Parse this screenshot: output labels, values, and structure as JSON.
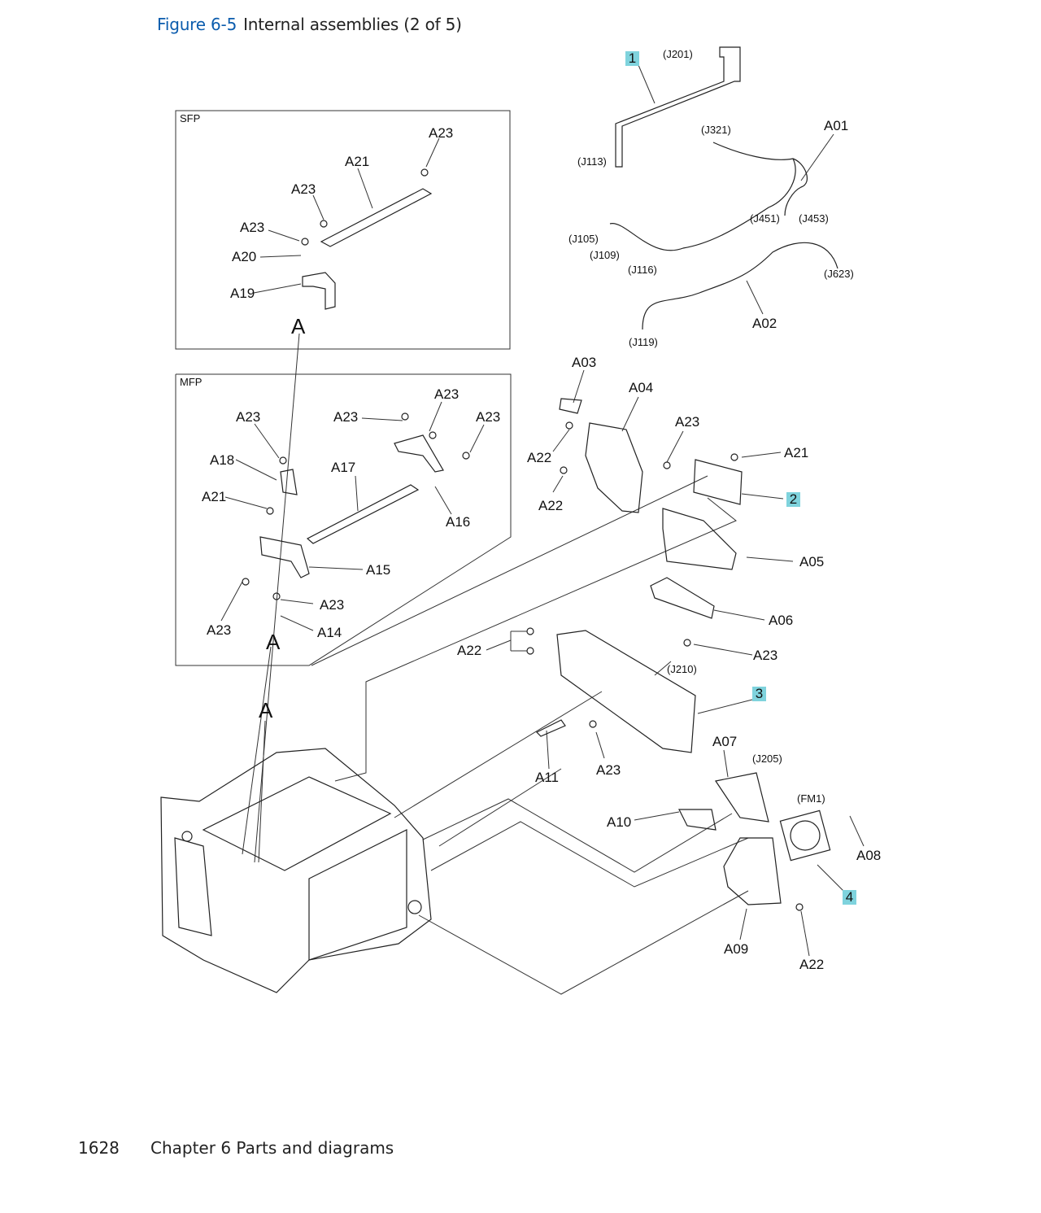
{
  "figure": {
    "number": "Figure 6-5",
    "title": "Internal assemblies (2 of 5)"
  },
  "boxes": {
    "sfp": "SFP",
    "mfp": "MFP"
  },
  "callouts": [
    "1",
    "2",
    "3",
    "4"
  ],
  "connectors": [
    "(J201)",
    "(J113)",
    "(J321)",
    "(J451)",
    "(J453)",
    "(J105)",
    "(J109)",
    "(J116)",
    "(J623)",
    "(J119)",
    "(J210)",
    "(J205)",
    "(FM1)"
  ],
  "part_labels": [
    "A01",
    "A02",
    "A03",
    "A04",
    "A05",
    "A06",
    "A07",
    "A08",
    "A09",
    "A10",
    "A11",
    "A14",
    "A15",
    "A16",
    "A17",
    "A18",
    "A19",
    "A20",
    "A21",
    "A22",
    "A23"
  ],
  "sfp_labels": {
    "a23_top": "A23",
    "a21": "A21",
    "a23_mid": "A23",
    "a23_left": "A23",
    "a20": "A20",
    "a19": "A19",
    "anchor": "A"
  },
  "mfp_labels": {
    "a23_1": "A23",
    "a23_2": "A23",
    "a23_3": "A23",
    "a23_4": "A23",
    "a18": "A18",
    "a17": "A17",
    "a21": "A21",
    "a16": "A16",
    "a15": "A15",
    "a23_5": "A23",
    "a23_6": "A23",
    "a14": "A14",
    "anchor": "A"
  },
  "right_labels": {
    "a01": "A01",
    "a02": "A02",
    "a03": "A03",
    "a04": "A04",
    "a23_a": "A23",
    "a22_a": "A22",
    "a22_b": "A22",
    "a21": "A21",
    "a05": "A05",
    "a06": "A06",
    "a22_c": "A22",
    "a23_b": "A23",
    "a11": "A11",
    "a23_c": "A23",
    "a07": "A07",
    "a10": "A10",
    "a08": "A08",
    "a09": "A09",
    "a22_d": "A22",
    "anchor": "A"
  },
  "connector_labels": {
    "j201": "(J201)",
    "j113": "(J113)",
    "j321": "(J321)",
    "j451": "(J451)",
    "j453": "(J453)",
    "j105": "(J105)",
    "j109": "(J109)",
    "j116": "(J116)",
    "j623": "(J623)",
    "j119": "(J119)",
    "j210": "(J210)",
    "j205": "(J205)",
    "fm1": "(FM1)"
  },
  "callout_labels": {
    "c1": "1",
    "c2": "2",
    "c3": "3",
    "c4": "4"
  },
  "colors": {
    "callout_bg": "#7fd3dd",
    "figure_number": "#0b5cad"
  },
  "footer": {
    "page_number": "1628",
    "chapter": "Chapter 6  Parts and diagrams"
  }
}
